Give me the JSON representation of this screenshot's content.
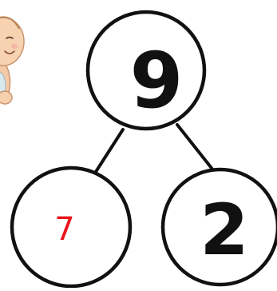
{
  "diagram": {
    "type": "number-bond",
    "whole": {
      "value": "9"
    },
    "parts": [
      {
        "value": "7",
        "color": "#e8141b"
      },
      {
        "value": "2",
        "color": "#111111"
      }
    ],
    "line_color": "#111111",
    "decoration_icon": "cartoon-baby-icon"
  }
}
